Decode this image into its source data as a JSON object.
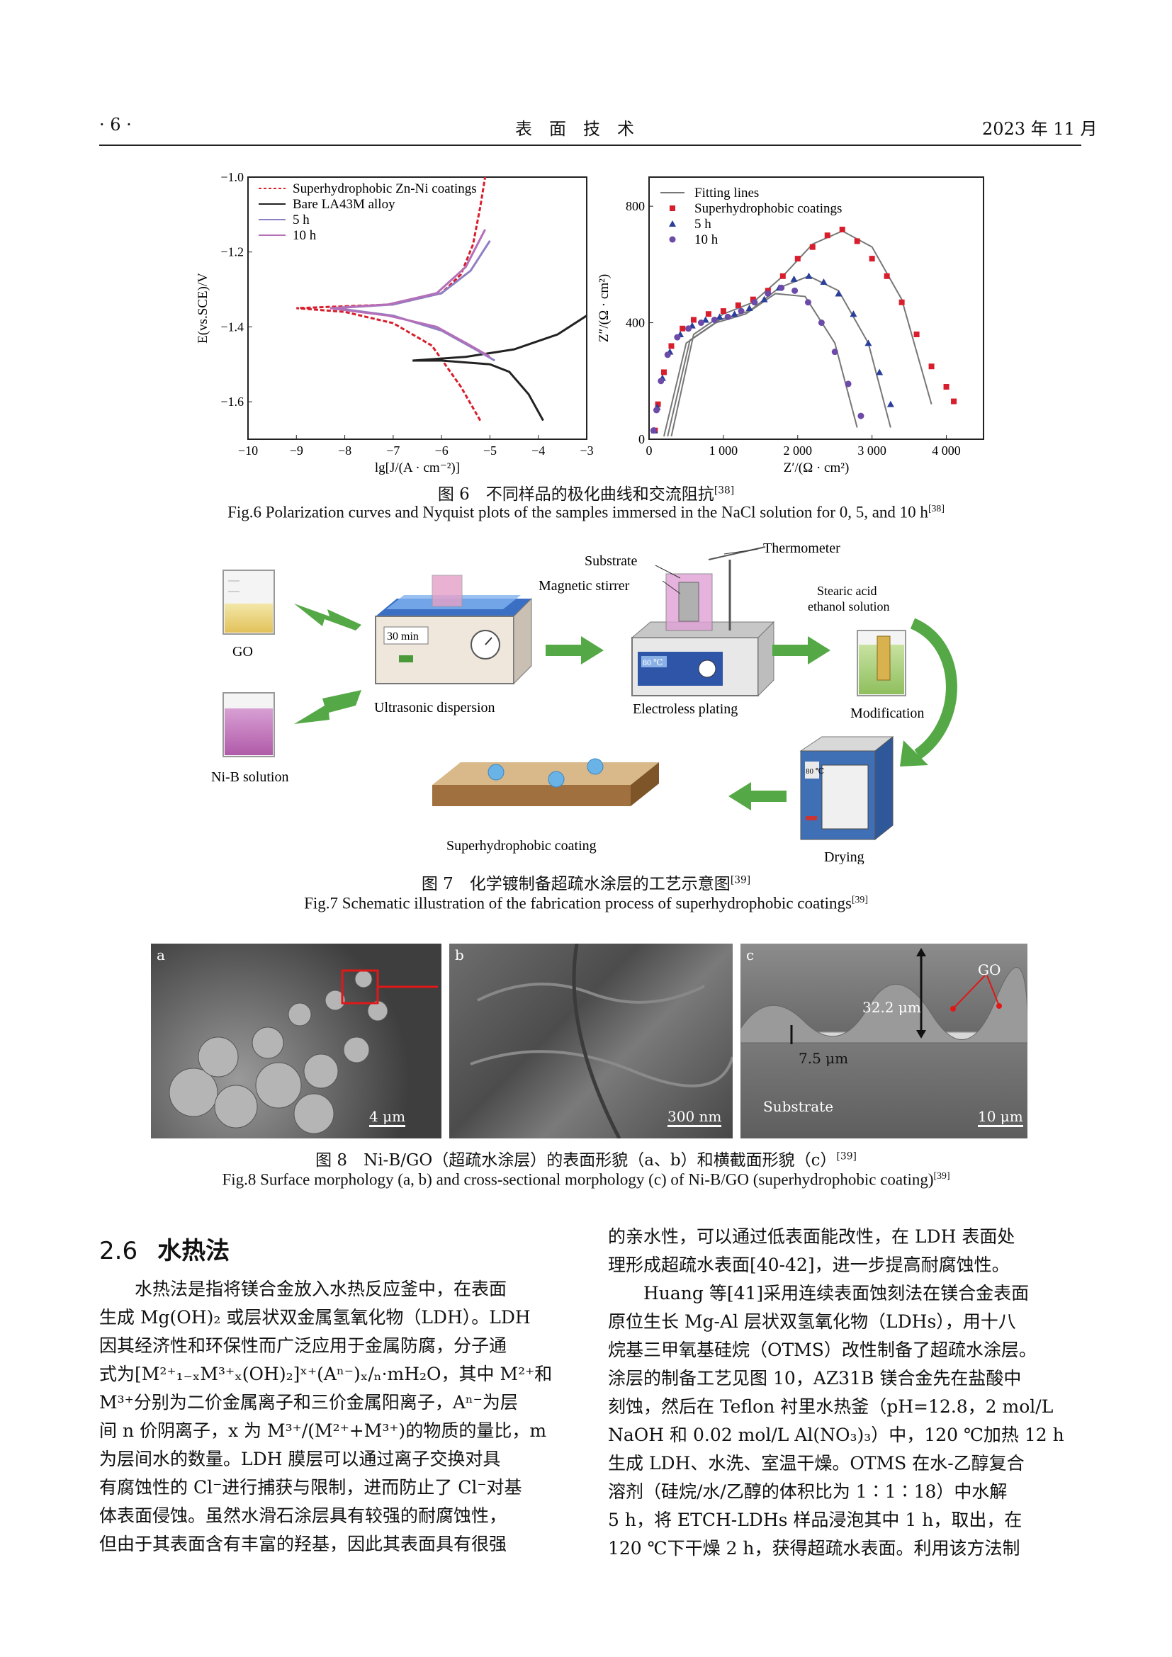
{
  "header": {
    "page": "· 6 ·",
    "journal": "表　面　技　术",
    "date": "2023 年 11 月"
  },
  "fig6": {
    "caption_zh": "图 6　不同样品的极化曲线和交流阻抗",
    "caption_zh_ref": "[38]",
    "caption_en": "Fig.6 Polarization curves and Nyquist plots of the samples immersed in the NaCl solution for 0, 5, and 10 h",
    "caption_en_ref": "[38]"
  },
  "chart_data": [
    {
      "type": "line",
      "xlabel": "lg[J/(A · cm⁻²)]",
      "ylabel": "E(vs.SCE)/V",
      "xlim": [
        -10,
        -3
      ],
      "ylim": [
        -1.7,
        -1.0
      ],
      "xticks": [
        "−10",
        "−9",
        "−8",
        "−7",
        "−6",
        "−5",
        "−4",
        "−3"
      ],
      "yticks": [
        "−1.0",
        "−1.2",
        "−1.4",
        "−1.6"
      ],
      "legend_position": "top-left",
      "series": [
        {
          "name": "Superhydrophobic Zn-Ni coatings",
          "color": "#d81e2c",
          "dash": true,
          "x": [
            -5.2,
            -5.6,
            -6.2,
            -7.0,
            -8.0,
            -9.0,
            -7.0,
            -6.0,
            -5.6,
            -5.35,
            -5.2,
            -5.1
          ],
          "y": [
            -1.65,
            -1.56,
            -1.45,
            -1.39,
            -1.36,
            -1.35,
            -1.34,
            -1.31,
            -1.26,
            -1.18,
            -1.08,
            -1.0
          ]
        },
        {
          "name": "Bare LA43M alloy",
          "color": "#222222",
          "dash": false,
          "x": [
            -3.9,
            -4.2,
            -4.6,
            -5.0,
            -6.0,
            -6.6,
            -5.5,
            -4.5,
            -3.6,
            -3.0
          ],
          "y": [
            -1.65,
            -1.58,
            -1.52,
            -1.5,
            -1.49,
            -1.49,
            -1.48,
            -1.46,
            -1.42,
            -1.37
          ]
        },
        {
          "name": "5 h",
          "color": "#8e7fc4",
          "dash": false,
          "x": [
            -4.9,
            -5.3,
            -6.0,
            -7.0,
            -8.2,
            -7.0,
            -6.0,
            -5.4,
            -5.0
          ],
          "y": [
            -1.49,
            -1.46,
            -1.41,
            -1.37,
            -1.35,
            -1.34,
            -1.31,
            -1.25,
            -1.17
          ]
        },
        {
          "name": "10 h",
          "color": "#b46fb8",
          "dash": false,
          "x": [
            -5.0,
            -5.4,
            -6.1,
            -7.1,
            -8.3,
            -7.1,
            -6.1,
            -5.5,
            -5.1
          ],
          "y": [
            -1.48,
            -1.45,
            -1.4,
            -1.37,
            -1.35,
            -1.34,
            -1.31,
            -1.24,
            -1.14
          ]
        }
      ]
    },
    {
      "type": "scatter",
      "xlabel": "Z′/(Ω · cm²)",
      "ylabel": "Z″/(Ω · cm²)",
      "xlim": [
        0,
        4500
      ],
      "ylim": [
        0,
        900
      ],
      "xticks": [
        "0",
        "1 000",
        "2 000",
        "3 000",
        "4 000"
      ],
      "yticks": [
        "0",
        "400",
        "800"
      ],
      "legend_position": "top-left",
      "series": [
        {
          "name": "Fitting lines",
          "color": "#777777",
          "kind": "line"
        },
        {
          "name": "Superhydrophobic coatings",
          "color": "#d81e2c",
          "kind": "square",
          "x": [
            80,
            120,
            200,
            300,
            450,
            600,
            800,
            1000,
            1200,
            1400,
            1600,
            1800,
            2000,
            2200,
            2400,
            2600,
            2800,
            3000,
            3200,
            3400,
            3600,
            3800,
            4000,
            4100
          ],
          "y": [
            30,
            120,
            230,
            320,
            380,
            410,
            430,
            440,
            460,
            480,
            510,
            560,
            620,
            660,
            700,
            720,
            680,
            620,
            560,
            470,
            360,
            250,
            180,
            130
          ]
        },
        {
          "name": "5 h",
          "color": "#2a3f9c",
          "kind": "triangle",
          "x": [
            70,
            110,
            180,
            280,
            420,
            580,
            760,
            950,
            1150,
            1350,
            1550,
            1750,
            1950,
            2150,
            2350,
            2550,
            2750,
            2950,
            3100,
            3250
          ],
          "y": [
            30,
            110,
            210,
            300,
            360,
            390,
            410,
            420,
            430,
            450,
            480,
            520,
            550,
            560,
            540,
            500,
            430,
            330,
            230,
            120
          ]
        },
        {
          "name": "10 h",
          "color": "#6b4aa8",
          "kind": "circle",
          "x": [
            60,
            100,
            160,
            250,
            380,
            530,
            700,
            880,
            1060,
            1240,
            1420,
            1600,
            1780,
            1960,
            2140,
            2320,
            2500,
            2680,
            2850
          ],
          "y": [
            30,
            100,
            200,
            290,
            350,
            380,
            400,
            410,
            420,
            440,
            470,
            500,
            520,
            510,
            470,
            400,
            300,
            190,
            80
          ]
        }
      ],
      "fits": [
        {
          "color": "#777777",
          "x": [
            300,
            600,
            1000,
            1400,
            1800,
            2200,
            2600,
            3000,
            3400,
            3800
          ],
          "y": [
            10,
            360,
            430,
            470,
            560,
            670,
            715,
            660,
            480,
            120
          ]
        },
        {
          "color": "#777777",
          "x": [
            250,
            550,
            950,
            1350,
            1750,
            2150,
            2550,
            2950,
            3250
          ],
          "y": [
            10,
            340,
            410,
            440,
            520,
            560,
            510,
            330,
            40
          ]
        },
        {
          "color": "#777777",
          "x": [
            200,
            500,
            900,
            1300,
            1700,
            2100,
            2500,
            2800
          ],
          "y": [
            10,
            330,
            400,
            430,
            500,
            490,
            330,
            40
          ]
        }
      ]
    }
  ],
  "fig7": {
    "labels": {
      "go": "GO",
      "nib": "Ni-B solution",
      "ultra": "Ultrasonic dispersion",
      "substrate": "Substrate",
      "stirrer": "Magnetic stirrer",
      "thermo": "Thermometer",
      "electroless": "Electroless plating",
      "stearic": "Stearic acid\nethanol solution",
      "modification": "Modification",
      "drying": "Drying",
      "coating": "Superhydrophobic coating",
      "timer": "30 min",
      "temp": "80 ℃",
      "oven": "80 ℃"
    },
    "caption_zh": "图 7　化学镀制备超疏水涂层的工艺示意图",
    "caption_zh_ref": "[39]",
    "caption_en": "Fig.7 Schematic illustration of the fabrication process of superhydrophobic coatings",
    "caption_en_ref": "[39]"
  },
  "fig8": {
    "panels": [
      {
        "tag": "a",
        "scale": "4 μm"
      },
      {
        "tag": "b",
        "scale": "300 nm"
      },
      {
        "tag": "c",
        "scale": "10 μm",
        "go": "GO",
        "thick1": "32.2 μm",
        "thick2": "7.5 μm",
        "substrate": "Substrate"
      }
    ],
    "caption_zh": "图 8　Ni-B/GO（超疏水涂层）的表面形貌（a、b）和横截面形貌（c）",
    "caption_zh_ref": "[39]",
    "caption_en": "Fig.8 Surface morphology (a, b) and cross-sectional morphology (c) of Ni-B/GO (superhydrophobic coating)",
    "caption_en_ref": "[39]"
  },
  "section": {
    "number": "2.6",
    "title": "水热法"
  },
  "left_lines": [
    "　　水热法是指将镁合金放入水热反应釜中，在表面",
    "生成 Mg(OH)₂ 或层状双金属氢氧化物（LDH）。LDH",
    "因其经济性和环保性而广泛应用于金属防腐，分子通",
    "式为[M²⁺₁₋ₓM³⁺ₓ(OH)₂]ˣ⁺(Aⁿ⁻)ₓ/ₙ·mH₂O，其中 M²⁺和",
    "M³⁺分别为二价金属离子和三价金属阳离子，Aⁿ⁻为层",
    "间 n 价阴离子，x 为 M³⁺/(M²⁺+M³⁺)的物质的量比，m",
    "为层间水的数量。LDH 膜层可以通过离子交换对具",
    "有腐蚀性的 Cl⁻进行捕获与限制，进而防止了 Cl⁻对基",
    "体表面侵蚀。虽然水滑石涂层具有较强的耐腐蚀性，",
    "但由于其表面含有丰富的羟基，因此其表面具有很强"
  ],
  "right_lines": [
    "的亲水性，可以通过低表面能改性，在 LDH 表面处",
    "理形成超疏水表面[40-42]，进一步提高耐腐蚀性。",
    "　　Huang 等[41]采用连续表面蚀刻法在镁合金表面",
    "原位生长 Mg-Al 层状双氢氧化物（LDHs），用十八",
    "烷基三甲氧基硅烷（OTMS）改性制备了超疏水涂层。",
    "涂层的制备工艺见图 10，AZ31B 镁合金先在盐酸中",
    "刻蚀，然后在 Teflon 衬里水热釜（pH=12.8，2 mol/L",
    "NaOH 和 0.02 mol/L Al(NO₃)₃）中，120 ℃加热 12 h",
    "生成 LDH、水洗、室温干燥。OTMS 在水-乙醇复合",
    "溶剂（硅烷/水/乙醇的体积比为 1∶1∶18）中水解",
    "5 h，将 ETCH-LDHs 样品浸泡其中 1 h，取出，在",
    "120 ℃下干燥 2 h，获得超疏水表面。利用该方法制"
  ]
}
